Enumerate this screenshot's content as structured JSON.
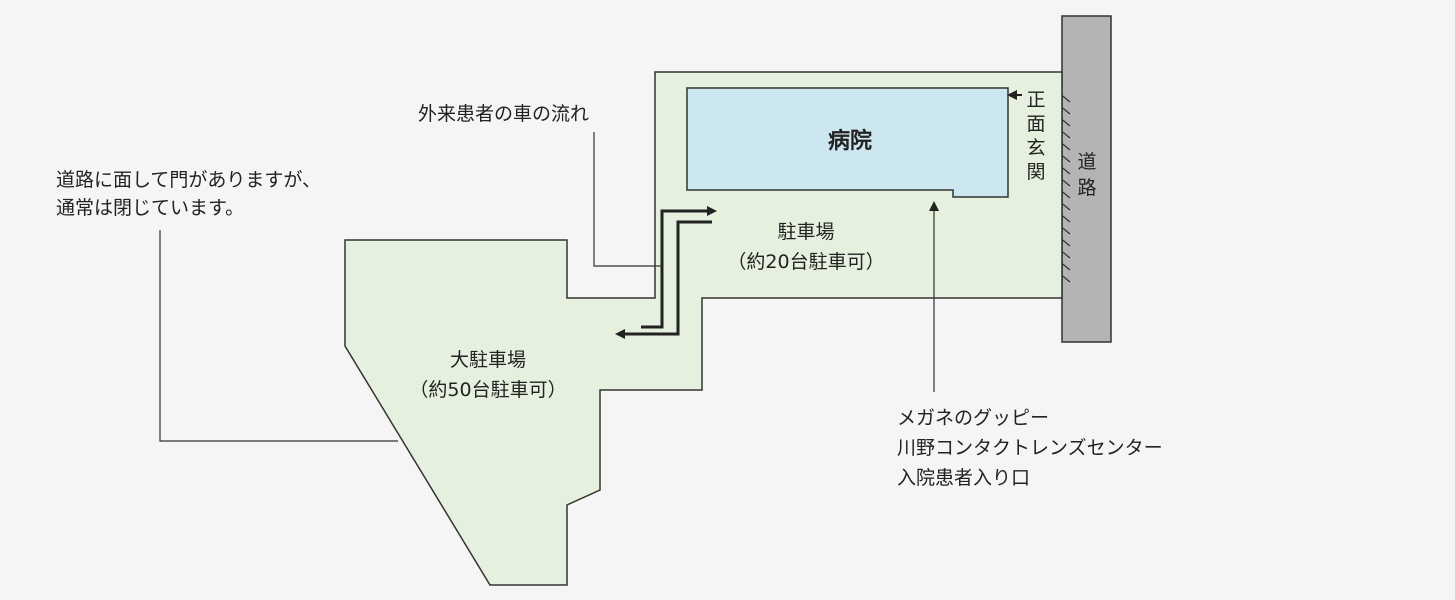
{
  "labels": {
    "hospital": "病院",
    "front_entrance": [
      "正",
      "面",
      "玄",
      "関"
    ],
    "road": [
      "道",
      "路"
    ],
    "small_lot_title": "駐車場",
    "small_lot_capacity": "（約20台駐車可）",
    "large_lot_title": "大駐車場",
    "large_lot_capacity": "（約50台駐車可）",
    "car_flow": "外来患者の車の流れ",
    "gate_note": [
      "道路に面して門がありますが、",
      "通常は閉じています。"
    ],
    "meganeno_entrance": [
      "メガネのグッピー",
      "川野コンタクトレンズセンター",
      "入院患者入り口"
    ]
  },
  "colors": {
    "background": "#f5f5f5",
    "lot_fill": "#e6f0de",
    "hospital_fill": "#cde7f0",
    "road_fill": "#b4b4b4",
    "outline": "#333333"
  }
}
